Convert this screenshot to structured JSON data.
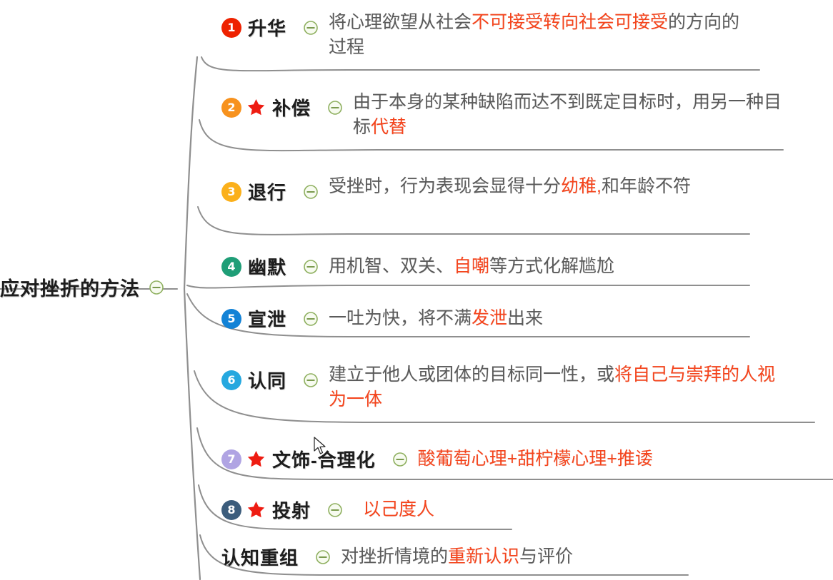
{
  "root": {
    "label": "应对挫折的方法",
    "collapse_icon": "minus-circle-icon"
  },
  "colors": {
    "highlight_red": "#f5441c",
    "body_gray": "#5a5a5a",
    "title_black": "#1d1d1d",
    "collapse_green": "#7fa650",
    "star_red": "#ee1c12",
    "connector_gray": "#8f8f8f"
  },
  "nodes": [
    {
      "number": "1",
      "badge_color": "#ee2200",
      "starred": false,
      "title": "升华",
      "desc_parts": [
        {
          "text": "将心理欲望从社会",
          "color": "gray"
        },
        {
          "text": "不可接受转向社会可接受",
          "color": "red"
        },
        {
          "text": "的方向的过程",
          "color": "gray"
        }
      ]
    },
    {
      "number": "2",
      "badge_color": "#f7921e",
      "starred": true,
      "title": "补偿",
      "desc_parts": [
        {
          "text": "由于本身的某种缺陷而达不到既定目标时，用另一种目标",
          "color": "gray"
        },
        {
          "text": "代替",
          "color": "red"
        }
      ]
    },
    {
      "number": "3",
      "badge_color": "#fbb01b",
      "starred": false,
      "title": "退行",
      "desc_parts": [
        {
          "text": "受挫时，行为表现会显得十分",
          "color": "gray"
        },
        {
          "text": "幼稚,",
          "color": "red"
        },
        {
          "text": "和年龄不符",
          "color": "gray"
        }
      ]
    },
    {
      "number": "4",
      "badge_color": "#1f9e77",
      "starred": false,
      "title": "幽默",
      "desc_parts": [
        {
          "text": "用机智、双关、",
          "color": "gray"
        },
        {
          "text": "自嘲",
          "color": "red"
        },
        {
          "text": "等方式化解尴尬",
          "color": "gray"
        }
      ]
    },
    {
      "number": "5",
      "badge_color": "#1282d6",
      "starred": false,
      "title": "宣泄",
      "desc_parts": [
        {
          "text": "一吐为快，将不满",
          "color": "gray"
        },
        {
          "text": "发泄",
          "color": "red"
        },
        {
          "text": "出来",
          "color": "gray"
        }
      ]
    },
    {
      "number": "6",
      "badge_color": "#26a8df",
      "starred": false,
      "title": "认同",
      "desc_parts": [
        {
          "text": "建立于他人或团体的目标同一性，或",
          "color": "gray"
        },
        {
          "text": "将自己与崇拜的人视为一体",
          "color": "red"
        }
      ]
    },
    {
      "number": "7",
      "badge_color": "#b0a4e3",
      "starred": true,
      "title": "文饰-合理化",
      "desc_parts": [
        {
          "text": "酸葡萄心理+甜柠檬心理+推诿",
          "color": "red"
        }
      ]
    },
    {
      "number": "8",
      "badge_color": "#3c5d7c",
      "starred": true,
      "title": "投射",
      "desc_parts": [
        {
          "text": "以己度人",
          "color": "red"
        }
      ]
    },
    {
      "number": "",
      "badge_color": "",
      "starred": false,
      "title": "认知重组",
      "desc_parts": [
        {
          "text": "对挫折情境的",
          "color": "gray"
        },
        {
          "text": "重新认识",
          "color": "red"
        },
        {
          "text": "与评价",
          "color": "gray"
        }
      ]
    }
  ]
}
